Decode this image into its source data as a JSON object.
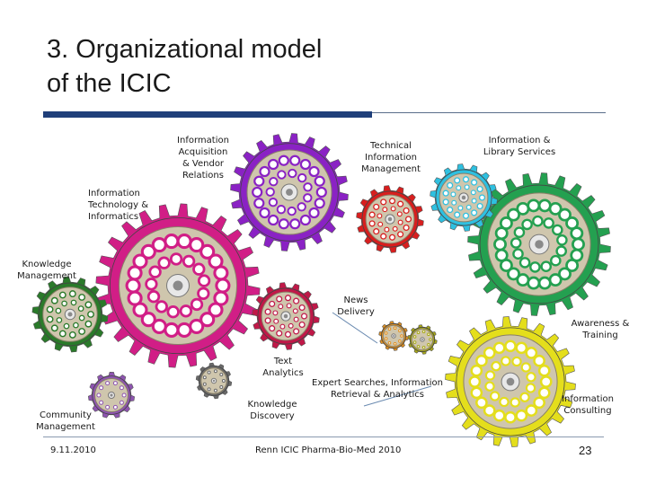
{
  "slide": {
    "title_line1": "3. Organizational model",
    "title_line2": "of the ICIC",
    "accent_color": "#1f3f7a"
  },
  "labels": {
    "information_acquisition": [
      "Information",
      "Acquisition",
      "& Vendor",
      "Relations"
    ],
    "technical_information_management": [
      "Technical",
      "Information",
      "Management"
    ],
    "information_library_services": [
      "Information &",
      "Library Services"
    ],
    "information_technology": [
      "Information",
      "Technology &",
      "Informatics"
    ],
    "knowledge_management": [
      "Knowledge",
      "Management"
    ],
    "news_delivery": [
      "News",
      "Delivery"
    ],
    "awareness_training": [
      "Awareness &",
      "Training"
    ],
    "text_analytics": [
      "Text",
      "Analytics"
    ],
    "expert_searches": [
      "Expert Searches, Information",
      "Retrieval & Analytics"
    ],
    "knowledge_discovery": [
      "Knowledge",
      "Discovery"
    ],
    "information_consulting": [
      "Information",
      "Consulting"
    ],
    "community_management": [
      "Community",
      "Management"
    ]
  },
  "gear_colors": {
    "purple": "#8a22c4",
    "pink": "#d11e86",
    "green": "#24a050",
    "cyan": "#2ec0e0",
    "red": "#d81e1e",
    "yellow": "#e4de1c",
    "dark_green": "#2a7a2a",
    "light_purple": "#8e54b0",
    "crimson": "#c01848",
    "olive": "#a8a818",
    "orange": "#e09020",
    "grey": "#6a6a6a"
  },
  "footer": {
    "date": "9.11.2010",
    "center": "Renn ICIC Pharma-Bio-Med 2010",
    "page": "23"
  }
}
